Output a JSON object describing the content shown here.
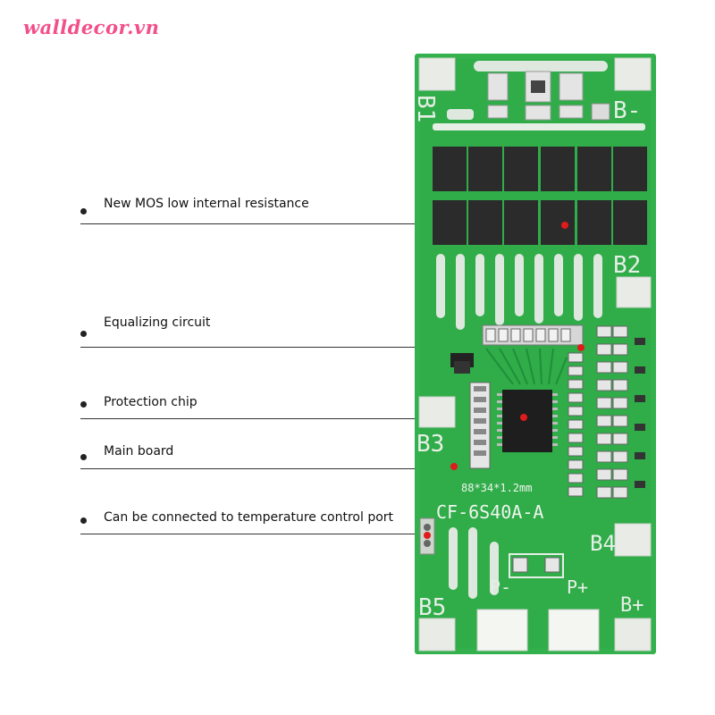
{
  "watermark": {
    "text": "walldecor.vn"
  },
  "callouts": [
    {
      "label": "New MOS low internal resistance"
    },
    {
      "label": "Equalizing circuit"
    },
    {
      "label": "Protection chip"
    },
    {
      "label": "Main board"
    },
    {
      "label": "Can be connected to temperature control port"
    }
  ],
  "board": {
    "pad_labels": {
      "b1": "B1",
      "b_minus": "B-",
      "b2": "B2",
      "b3": "B3",
      "b4": "B4",
      "b5": "B5",
      "p_minus": "P-",
      "p_plus": "P+",
      "b_plus": "B+"
    },
    "dimensions_text": "88*34*1.2mm",
    "model_text": "CF-6S40A-A"
  },
  "colors": {
    "pcb_green": "#33b14d",
    "pcb_light": "#7fd48f",
    "pad": "#e9ece6",
    "marker_red": "#e01b1b",
    "watermark_pink": "#f24f8a"
  }
}
